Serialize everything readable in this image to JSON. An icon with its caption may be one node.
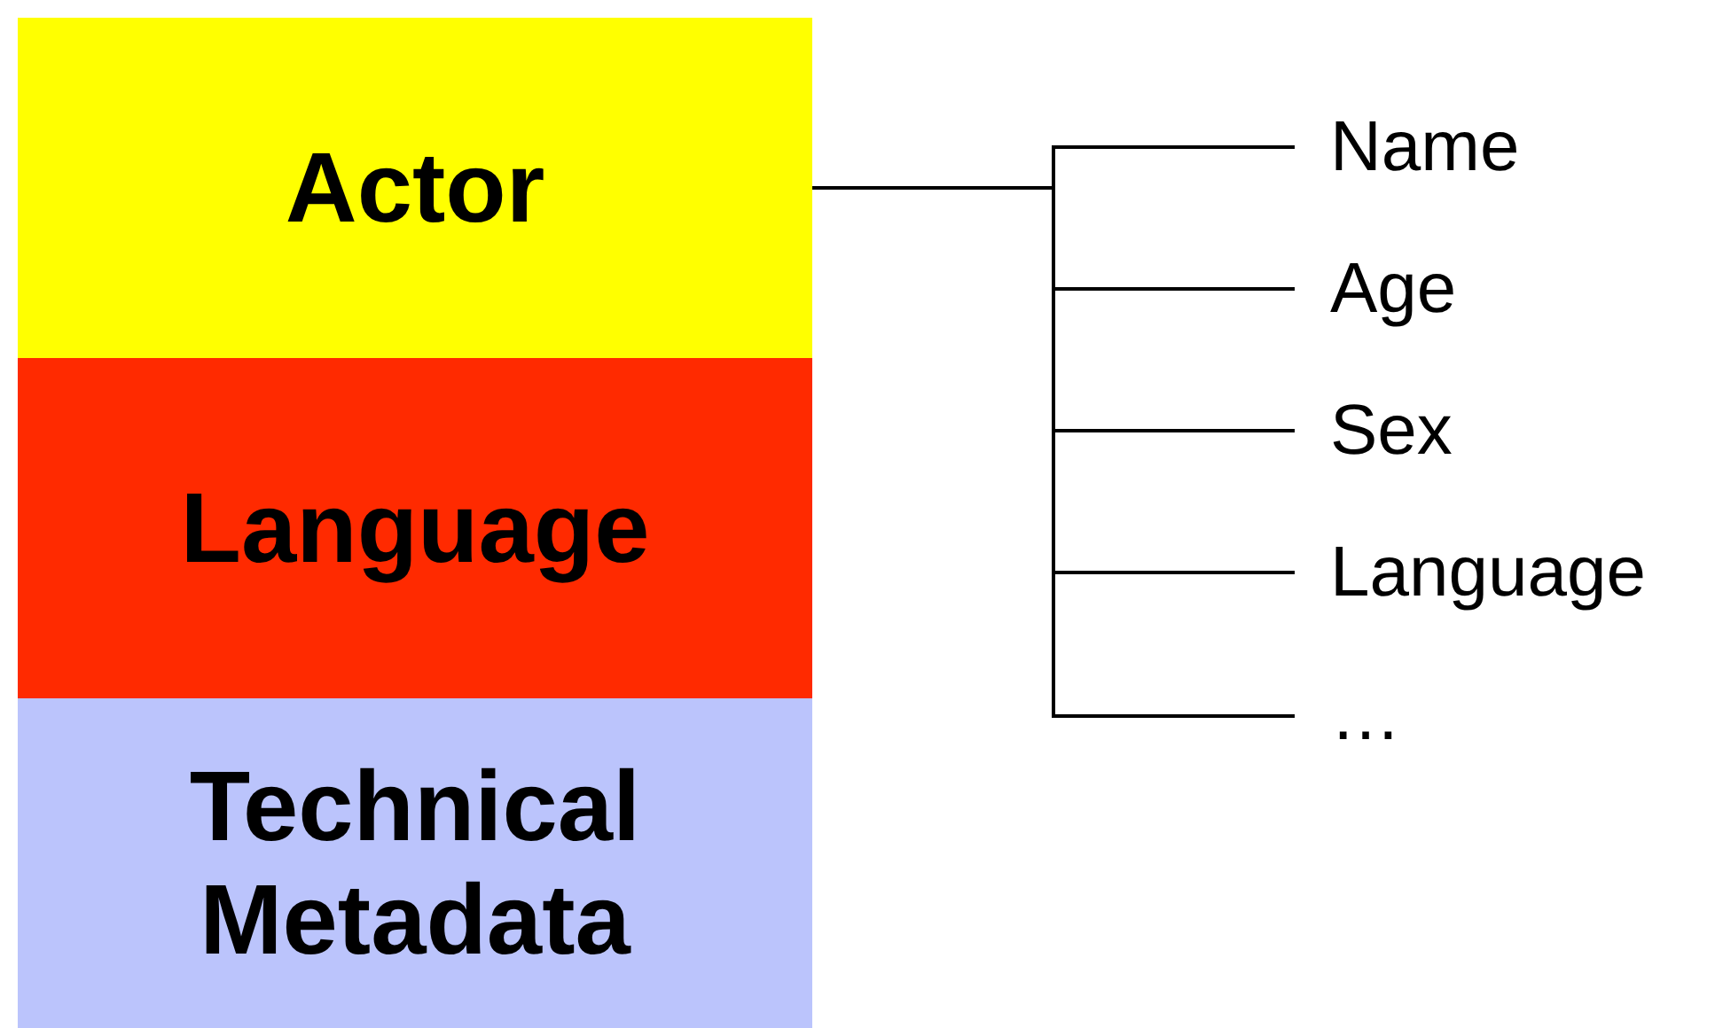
{
  "diagram": {
    "nodes": [
      {
        "text": [
          "Actor"
        ]
      },
      {
        "text": [
          "Language"
        ]
      },
      {
        "text": [
          "Technical Metadata"
        ]
      },
      {
        "text": [
          "Name"
        ]
      },
      {
        "text": [
          "Age"
        ]
      },
      {
        "text": [
          "Sex"
        ]
      },
      {
        "text": [
          "Language"
        ]
      },
      {
        "text": [
          "…"
        ]
      }
    ],
    "edges": [
      {
        "from": 0,
        "to": 3,
        "arrow": "none"
      },
      {
        "from": 0,
        "to": 4,
        "arrow": "none"
      },
      {
        "from": 0,
        "to": 5,
        "arrow": "none"
      },
      {
        "from": 0,
        "to": 6,
        "arrow": "none"
      },
      {
        "from": 0,
        "to": 7,
        "arrow": "none"
      }
    ]
  }
}
